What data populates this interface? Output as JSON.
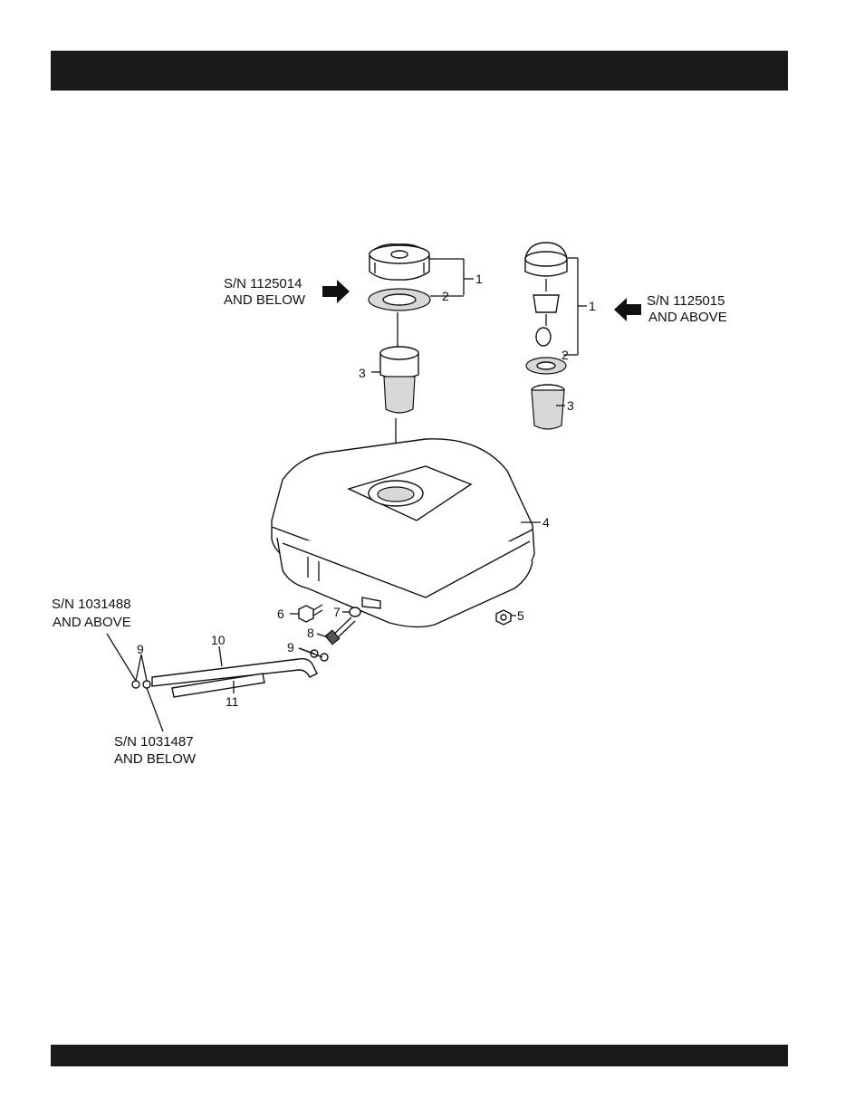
{
  "diagram": {
    "sn_cap_old": [
      "S/N 1125014",
      "AND BELOW"
    ],
    "sn_cap_new": [
      "S/N 1125015",
      "AND ABOVE"
    ],
    "sn_line_new": [
      "S/N 1031488",
      "AND ABOVE"
    ],
    "sn_line_old": [
      "S/N 1031487",
      "AND BELOW"
    ],
    "callouts": {
      "left_1": "1",
      "left_2": "2",
      "left_3": "3",
      "right_1": "1",
      "right_2": "2",
      "right_3": "3",
      "tank_4": "4",
      "nut_5": "5",
      "bolt_6": "6",
      "washer_7": "7",
      "cock_8": "8",
      "clip_9_left": "9",
      "clip_9_right": "9",
      "line_10": "10",
      "line_11": "11"
    }
  }
}
